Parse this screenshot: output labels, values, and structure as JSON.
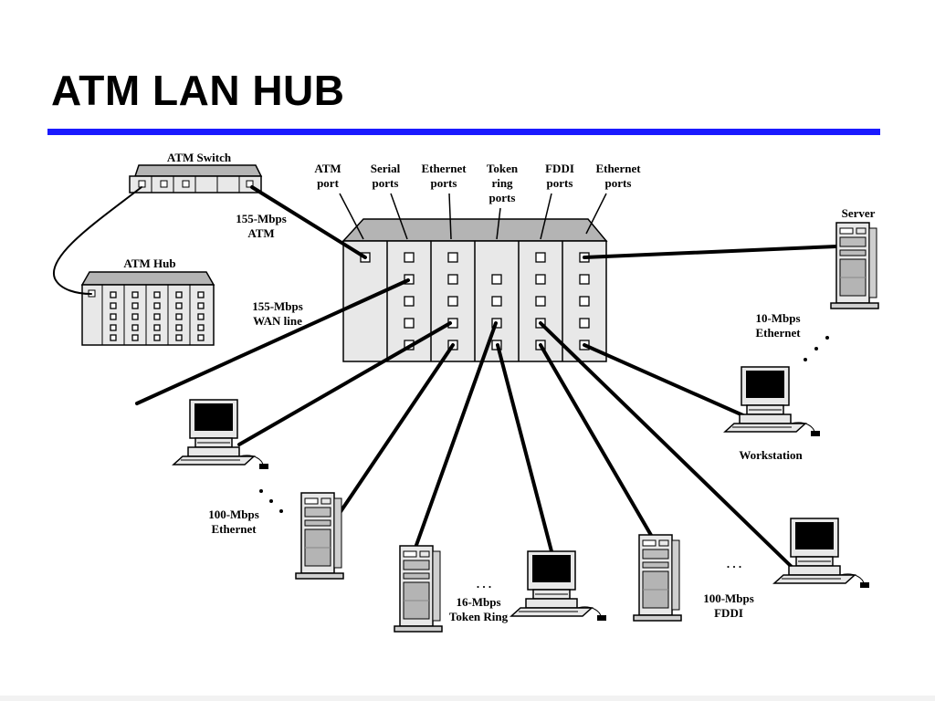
{
  "slide": {
    "title": "ATM LAN HUB"
  },
  "colors": {
    "title_rule": "#1a1aff",
    "device_fill": "#e8e8e8",
    "device_dark": "#b4b4b4"
  },
  "labels": {
    "atm_switch": "ATM Switch",
    "atm_hub": "ATM Hub",
    "atm_port": [
      "ATM",
      "port"
    ],
    "serial_ports": [
      "Serial",
      "ports"
    ],
    "ethernet_ports_1": [
      "Ethernet",
      "ports"
    ],
    "token_ring_ports": [
      "Token",
      "ring",
      "ports"
    ],
    "fddi_ports": [
      "FDDI",
      "ports"
    ],
    "ethernet_ports_2": [
      "Ethernet",
      "ports"
    ],
    "link_155_atm": [
      "155-Mbps",
      "ATM"
    ],
    "link_155_wan": [
      "155-Mbps",
      "WAN line"
    ],
    "server": "Server",
    "eth_10": [
      "10-Mbps",
      "Ethernet"
    ],
    "workstation": "Workstation",
    "eth_100": [
      "100-Mbps",
      "Ethernet"
    ],
    "token_ring_16": [
      "16-Mbps",
      "Token Ring"
    ],
    "fddi_100": [
      "100-Mbps",
      "FDDI"
    ],
    "ellipsis": ". . ."
  }
}
